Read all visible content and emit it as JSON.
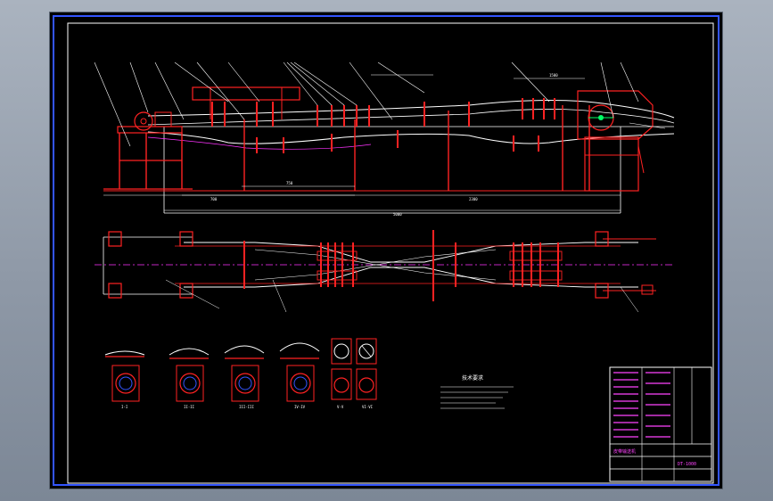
{
  "app": {
    "view": "Model space"
  },
  "colors": {
    "background": "#000000",
    "frame": "#ffffff",
    "structure": "#ff2222",
    "belt": "#ffffff",
    "centerline": "#ff33ff",
    "dimension": "#ffffff",
    "accent": "#00ff66",
    "titleblock_text": "#ff44ff"
  },
  "drawing": {
    "dimensions": {
      "overall": "5000",
      "sub_a": "700",
      "sub_b": "2300",
      "short_a": "750",
      "short_b": "1500"
    },
    "section_labels": [
      "I-I",
      "II-II",
      "III-III",
      "IV-IV",
      "V-V",
      "VI-VI"
    ],
    "notes_title": "技术要求",
    "titleblock": {
      "drawing_title": "皮带输送机",
      "code": "DT-1000"
    }
  }
}
